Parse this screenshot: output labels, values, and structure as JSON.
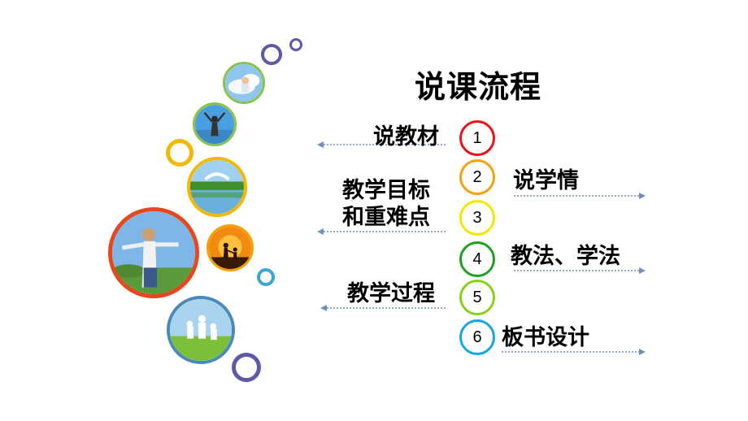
{
  "slide": {
    "title": "说课流程",
    "steps": [
      {
        "number": "1",
        "label": "说教材",
        "color": "#e8101a"
      },
      {
        "number": "2",
        "label": "说学情",
        "color": "#f2a20c"
      },
      {
        "number": "3",
        "label_line1": "教学目标",
        "label_line2": "和重难点",
        "color": "#f5e600"
      },
      {
        "number": "4",
        "label": "教法、学法",
        "color": "#1fa020"
      },
      {
        "number": "5",
        "label": "教学过程",
        "color": "#86d11a"
      },
      {
        "number": "6",
        "label": "板书设计",
        "color": "#14a6dc"
      }
    ],
    "arrow_color": "#6f8fbf"
  }
}
